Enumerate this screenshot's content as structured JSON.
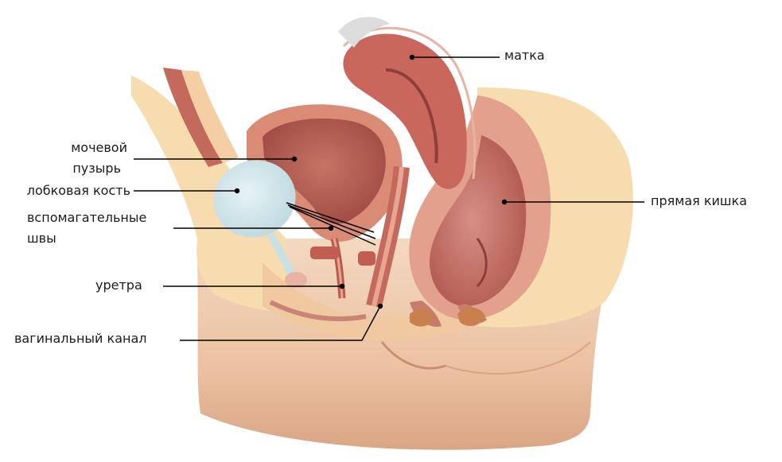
{
  "labels": {
    "uterus": "матка",
    "bladder_line1": "мочевой",
    "bladder_line2": "пузырь",
    "pubic_bone": "лобковая кость",
    "sutures_line1": "вспомагательные",
    "sutures_line2": "швы",
    "urethra": "уретра",
    "vaginal_canal": "вагинальный канал",
    "rectum": "прямая кишка"
  },
  "colors": {
    "skin": "#f1d2b6",
    "skin_shadow": "#d9a98a",
    "fat": "#f6dcae",
    "muscle": "#c46a5c",
    "organ_wall": "#d98b76",
    "organ_lumen": "#b85c52",
    "mucosa": "#e8a592",
    "bone": "#cfe5ea",
    "leader": "#000000"
  }
}
